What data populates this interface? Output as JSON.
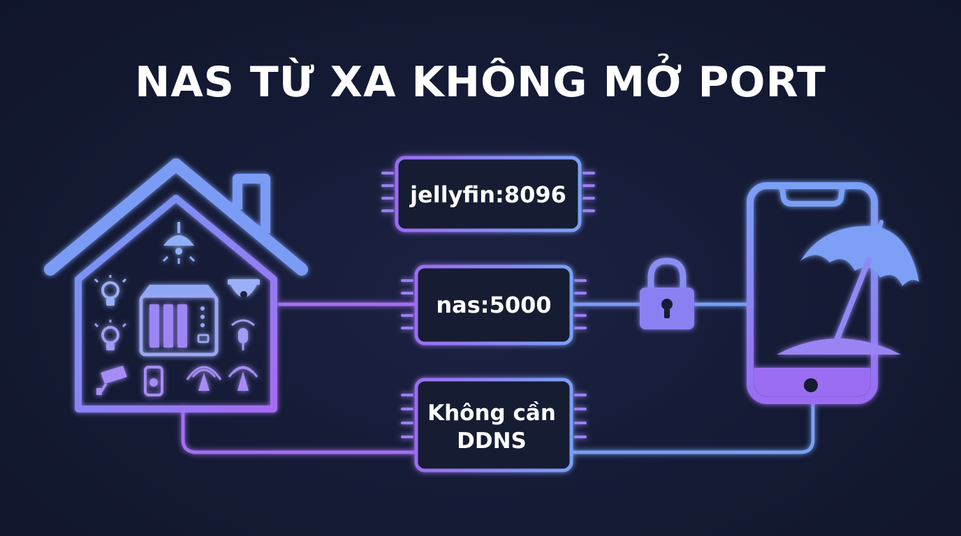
{
  "title": "NAS TỪ XA KHÔNG MỞ PORT",
  "chips": {
    "top": "jellyfin:8096",
    "middle": "nas:5000",
    "bottom_line1": "Không cần",
    "bottom_line2": "DDNS"
  },
  "icons": {
    "house": "house-icon",
    "nas": "nas-device-icon",
    "lock": "lock-icon",
    "phone": "smartphone-icon",
    "umbrella": "beach-umbrella-icon"
  },
  "colors": {
    "background": "#141a33",
    "accent_violet": "#8a63f0",
    "accent_blue": "#6f9cf5",
    "text": "#ffffff"
  }
}
